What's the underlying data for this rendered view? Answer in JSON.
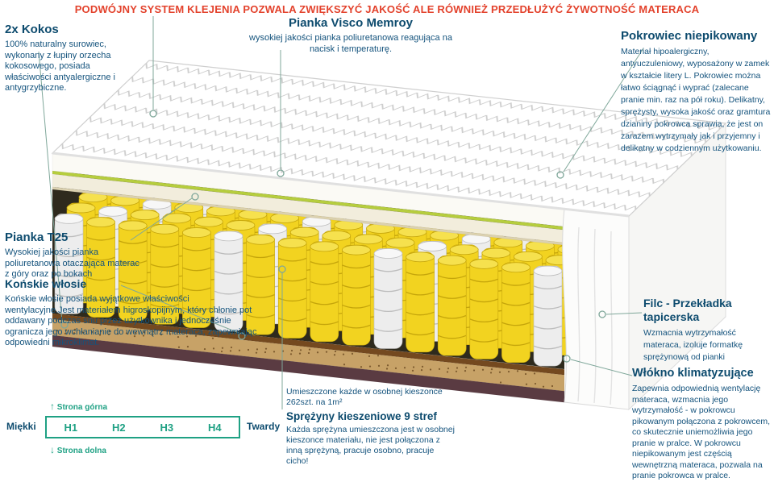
{
  "header": {
    "text": "PODWÓJNY SYSTEM KLEJENIA POZWALA ZWIĘKSZYĆ JAKOŚĆ ALE RÓWNIEŻ PRZEDŁUŻYĆ ŻYWOTNOŚĆ MATERACA"
  },
  "callouts": {
    "kokos": {
      "title": "2x Kokos",
      "desc": "100% naturalny surowiec, wykonany z łupiny orzecha kokosowego, posiada właściwości antyalergiczne i antygrzybiczne."
    },
    "visco": {
      "title": "Pianka Visco Memroy",
      "desc": "wysokiej jakości pianka poliuretanowa reagująca na nacisk i temperaturę."
    },
    "pokrowiec": {
      "title": "Pokrowiec niepikowany",
      "desc": "Materiał hipoalergiczny, antyuczuleniowy, wyposażony w zamek w kształcie litery L. Pokrowiec można łatwo ściągnąć i wyprać (zalecane pranie min. raz na pół roku). Delikatny, sprężysty, wysoka jakość oraz gramtura dzianiny pokrowca sprawia, że jest on zarazem wytrzymały jak i przyjemny i delikatny w codziennym użytkowaniu."
    },
    "t25": {
      "title": "Pianka T25",
      "desc": "Wysokiej jakości pianka poliuretanowa otaczająca materac z góry oraz po bokach"
    },
    "wlosie": {
      "title": "Końskie włosie",
      "desc": "Końskie włosie posiada wyjątkowe właściwości wentylacyjne.Jest materiałem higroskopijnym, który chłonie pot oddawany podczas snu przez użytkownika i jednocześnie ogranicza jego wchłanianie do wewnątrz materaca, zapewniając odpowiedni mikroklimat."
    },
    "filc": {
      "title": "Filc - Przekładka tapicerska",
      "desc": "Wzmacnia wytrzymałość materaca, izoluje formatkę sprężynową od pianki"
    },
    "wlokno": {
      "title": "Włókno klimatyzujące",
      "desc": "Zapewnia odpowiednią wentylację materaca, wzmacnia jego wytrzymałość - w pokrowcu pikowanym połączona z pokrowcem, co skutecznie uniemożliwia jego pranie w pralce. W pokrowcu niepikowanym jest częścią wewnętrzną materaca, pozwala na pranie pokrowca w pralce."
    },
    "sprezyny": {
      "title": "Sprężyny kieszeniowe 9 stref",
      "desc_top": "Umieszczone każde w osobnej kieszonce 262szt. na 1m²",
      "desc_bottom": "Każda sprężyna umieszczona jest w osobnej kieszonce materiału, nie jest połączona z inną sprężyną, pracuje osobno, pracuje cicho!"
    }
  },
  "scale": {
    "soft_label": "Miękki",
    "hard_label": "Twardy",
    "levels": [
      "H1",
      "H2",
      "H3",
      "H4"
    ],
    "top_side": "Strona górna",
    "bottom_side": "Strona dolna"
  },
  "colors": {
    "header_red": "#e3422c",
    "heading_navy": "#0d4b6e",
    "body_navy": "#14537d",
    "accent_teal": "#1fa184",
    "leader_line": "#7fa79a",
    "spring_yellow": "#f2d320",
    "spring_white": "#ededed",
    "foam_green": "#b6cd3e",
    "coir_brown": "#c7a267",
    "base_maroon": "#5a3b42"
  }
}
